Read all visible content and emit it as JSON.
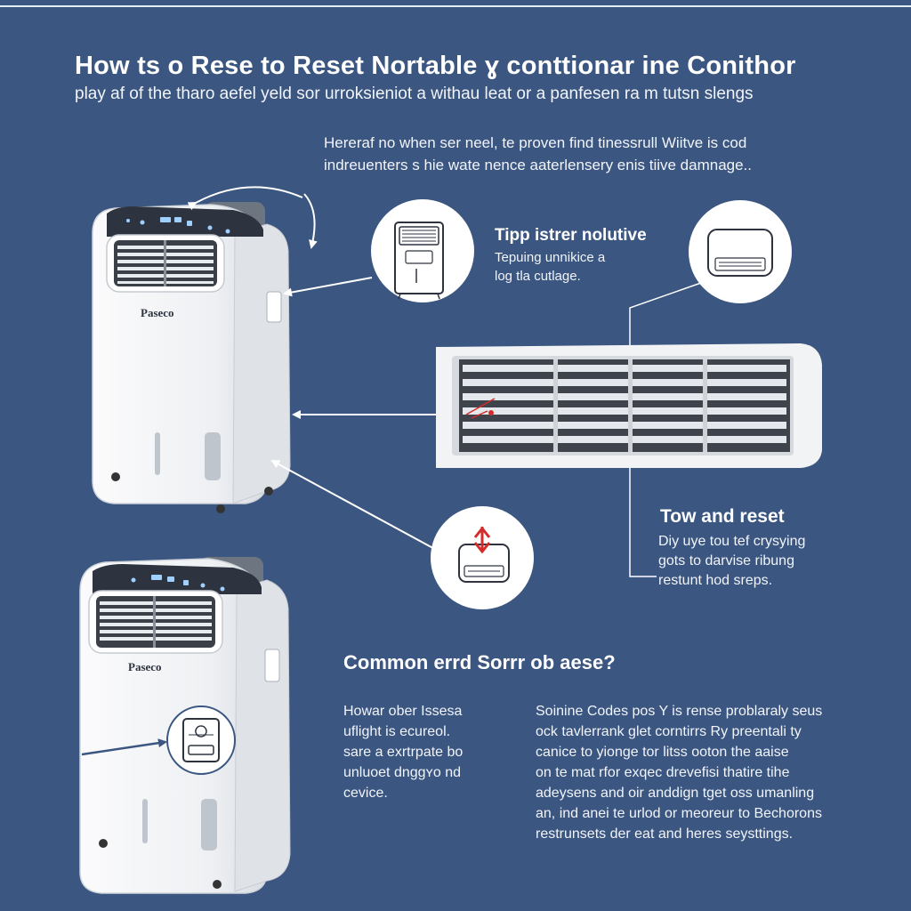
{
  "header": {
    "title": "How ts o Rese to Reset Nortable ɣ conttionar ine Conithor",
    "subtitle": "play af of the tharo aefel yeld sor urroksieniot a withau leat or a panfesen ra m tutsn slengs"
  },
  "intro": {
    "lines": [
      "Hereraf no when ser neel, te proven find tinessrull Wiitve  is cod",
      "indreuenters s hie wate nence aaterlensery enis tiive damnage.."
    ]
  },
  "units": {
    "top_brand": "Paseco",
    "bottom_brand": "Paseco"
  },
  "tip": {
    "title": "Tipp istrer nolutive",
    "lines": [
      "Tepuing unnikice a",
      "log tla cutlage."
    ]
  },
  "reset": {
    "title": "Tow and reset",
    "lines": [
      "Diy uye tou tef crysying",
      "gots to darvise ribung",
      "restunt hod sreps."
    ]
  },
  "common": {
    "title": "Common errd Sorrr ob aese?",
    "left_lines": [
      "Howar ober Issesa",
      "uflight is ecureol.",
      "sare a exrtrpate bo",
      "unluoet dnggʏo nd",
      "cevice."
    ],
    "right_lines": [
      "Soinine Codes pos Y is rense problaraly seus",
      "ock tavlerrank glet corntirrs Ry preentali ty",
      "canice to yionge tor litss ooton the aaise",
      "on te mat rfor exqec drevefisi thatire tihe",
      "adeysens and oir anddign tget oss umanling",
      "an, ind anei te urlod or meoreur to Bechorons",
      "restrunsets der eat and heres seysttings."
    ]
  },
  "colors": {
    "background": "#3b5680",
    "device_body": "#f3f4f6",
    "panel_dark": "#2d3440",
    "arrow": "#ffffff",
    "alert_red": "#d62b2b"
  }
}
